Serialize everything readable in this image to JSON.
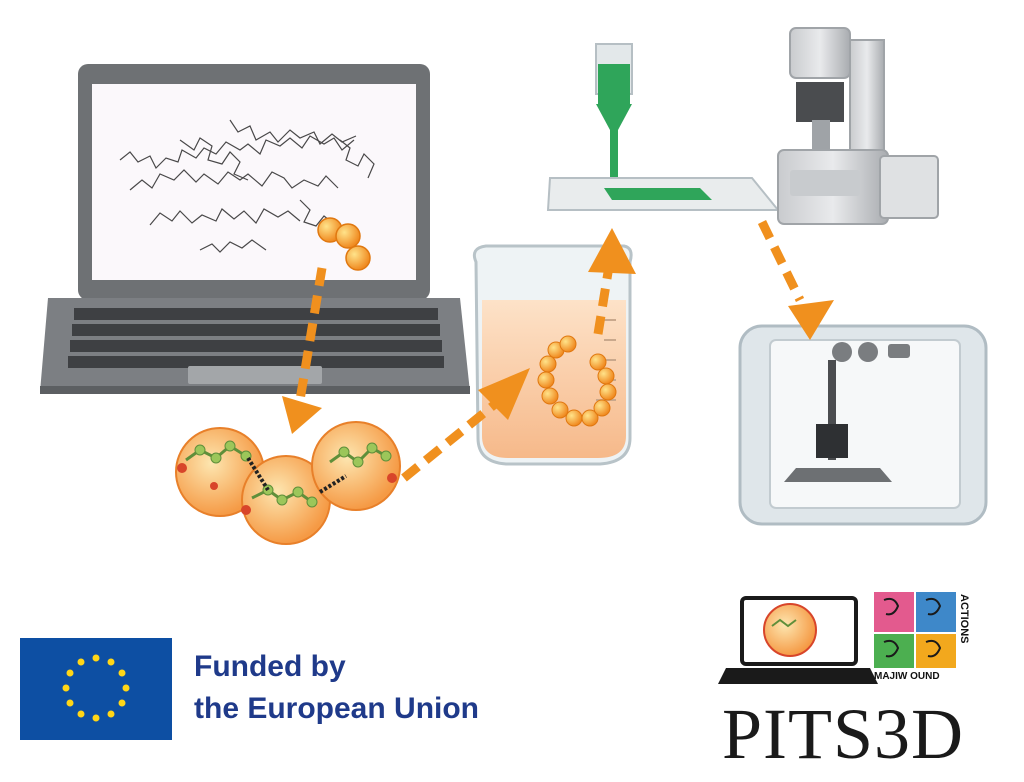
{
  "funding": {
    "line1": "Funded by",
    "line2": "the European Union"
  },
  "project": {
    "name": "PITS3D",
    "logo_side_text": "ACTIONS",
    "logo_bottom_text": "MAJIW OUND"
  },
  "colors": {
    "eu_blue": "#1f3a8a",
    "eu_flag": "#0d4fa3",
    "eu_star": "#ffd617",
    "arrow": "#f0901e",
    "bead": "#f5a23c",
    "nozzle_green": "#2fa55a",
    "device_gray": "#8a8d91"
  },
  "icons": [
    "laptop-icon",
    "molecule-icon",
    "peptide-chain-icon",
    "beaker-icon",
    "bioprinter-nozzle-icon",
    "microscope-instrument-icon",
    "3d-printer-icon",
    "eu-flag-icon",
    "pits3d-logo-icon"
  ]
}
